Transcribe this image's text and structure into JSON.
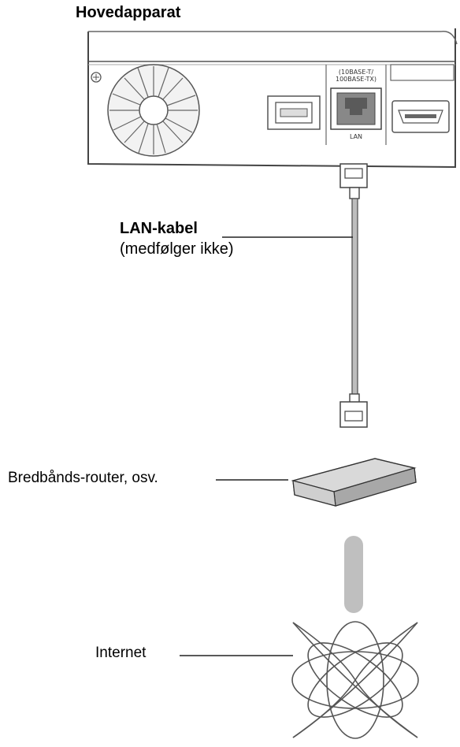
{
  "labels": {
    "main_unit": "Hovedapparat",
    "cable_name": "LAN-kabel",
    "cable_note": "(medfølger ikke)",
    "router": "Bredbånds-router, osv.",
    "internet": "Internet",
    "port_spec_line1": "(10BASE-T/",
    "port_spec_line2": "100BASE-TX)",
    "port_name": "LAN"
  },
  "icons": [
    "fan-vent-icon",
    "usb-port-icon",
    "lan-port-icon",
    "hdmi-port-icon",
    "rj45-plug-icon",
    "router-icon",
    "internet-globe-icon"
  ]
}
